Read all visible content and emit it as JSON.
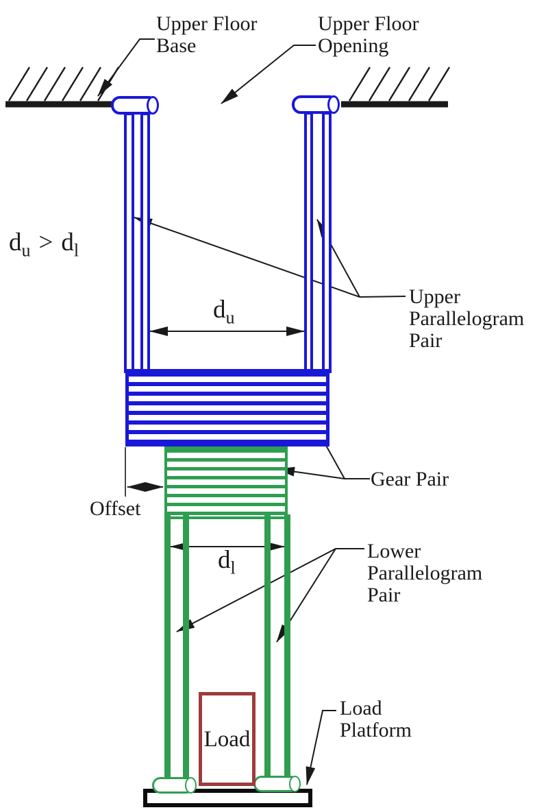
{
  "figure": {
    "type": "engineering-diagram",
    "subject": "Dual parallelogram lift mechanism through an upper floor opening"
  },
  "labels": {
    "upper_floor_base": {
      "line1": "Upper Floor",
      "line2": "Base"
    },
    "upper_floor_opening": {
      "line1": "Upper Floor",
      "line2": "Opening"
    },
    "upper_pair": {
      "line1": "Upper",
      "line2": "Parallelogram",
      "line3": "Pair"
    },
    "gear_pair": {
      "text": "Gear Pair"
    },
    "offset": {
      "text": "Offset"
    },
    "lower_pair": {
      "line1": "Lower",
      "line2": "Parallelogram",
      "line3": "Pair"
    },
    "load": {
      "text": "Load"
    },
    "load_platform": {
      "line1": "Load",
      "line2": "Platform"
    }
  },
  "dims": {
    "du": {
      "base": "d",
      "sub": "u"
    },
    "dl": {
      "base": "d",
      "sub": "l"
    },
    "inequality": {
      "left_base": "d",
      "left_sub": "u",
      "operator": ">",
      "right_base": "d",
      "right_sub": "l"
    }
  },
  "colors": {
    "upper_mechanism": "#1a18d8",
    "lower_mechanism": "#2f9e50",
    "load_box": "#9e3b3b",
    "linework": "#1a1a1a"
  }
}
